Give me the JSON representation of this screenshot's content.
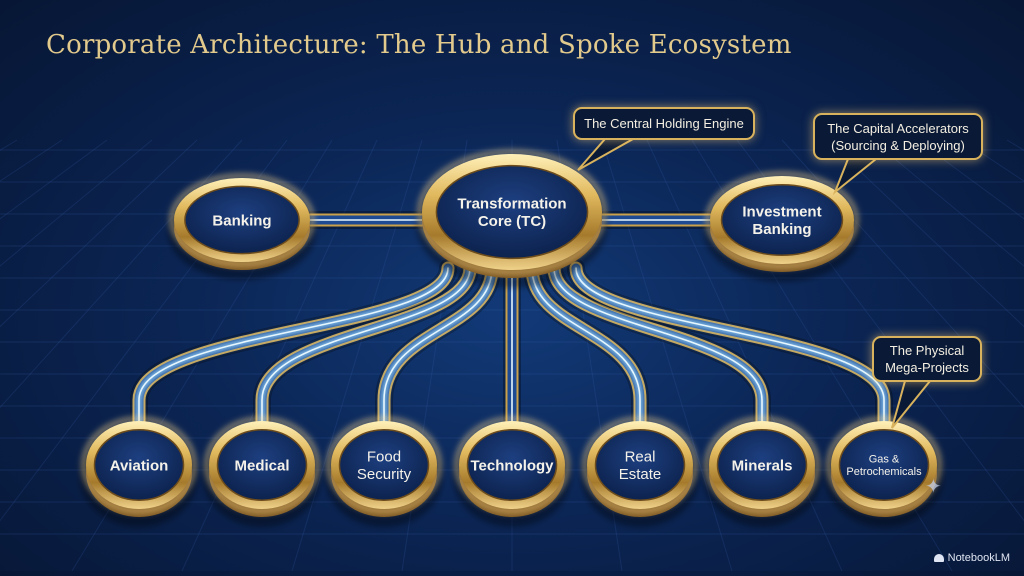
{
  "title": "Corporate Architecture: The Hub and Spoke Ecosystem",
  "hub": {
    "lines": [
      "Transformation",
      "Core (TC)"
    ]
  },
  "upper_nodes": [
    {
      "lines": [
        "Banking"
      ]
    },
    {
      "lines": [
        "Investment",
        "Banking"
      ]
    }
  ],
  "bottom_nodes": [
    {
      "lines": [
        "Aviation"
      ]
    },
    {
      "lines": [
        "Medical"
      ]
    },
    {
      "lines": [
        "Food",
        "Security"
      ]
    },
    {
      "lines": [
        "Technology"
      ]
    },
    {
      "lines": [
        "Real",
        "Estate"
      ]
    },
    {
      "lines": [
        "Minerals"
      ]
    },
    {
      "lines": [
        "Gas &",
        "Petrochemicals"
      ]
    }
  ],
  "callouts": {
    "central": "The Central Holding Engine",
    "capital_line1": "The Capital Accelerators",
    "capital_line2": "(Sourcing & Deploying)",
    "physical_line1": "The Physical",
    "physical_line2": "Mega-Projects"
  },
  "badge": "NotebookLM",
  "colors": {
    "background": "#0b2554",
    "gold": "#d8b25c",
    "glow": "#7ec8ff",
    "title": "#e2c98c"
  }
}
